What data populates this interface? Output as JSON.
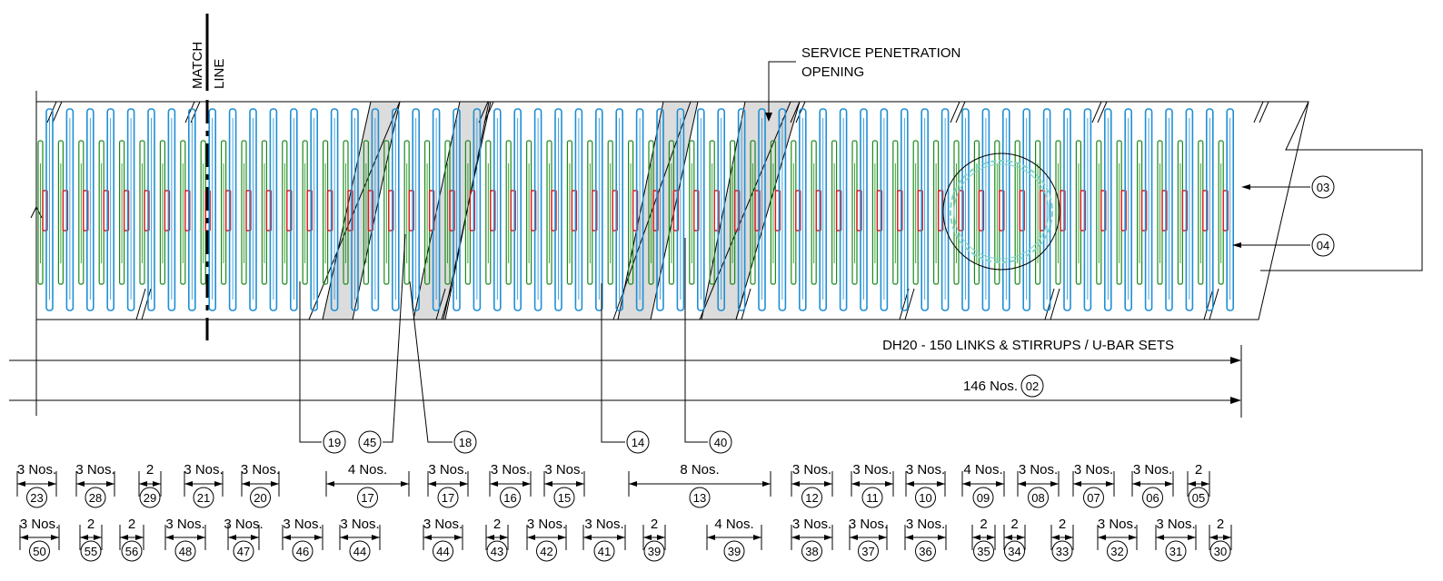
{
  "colors": {
    "link_bar": "#1e8fd6",
    "stirrup_bar": "#1a8a1a",
    "ubar": "#e01818",
    "line": "#000000",
    "opening_fill": "#dcdcdc",
    "circle_detail": "#7fd3c8"
  },
  "labels": {
    "match_line_1": "MATCH",
    "match_line_2": "LINE",
    "service_1": "SERVICE PENETRATION",
    "service_2": "OPENING",
    "links_note": "DH20 - 150 LINKS & STIRRUPS / U-BAR SETS",
    "count_note": "146 Nos.",
    "count_tag": "02"
  },
  "right_tags": [
    "03",
    "04"
  ],
  "leader_tags": [
    "19",
    "45",
    "18",
    "14",
    "40"
  ],
  "row1": [
    {
      "count": "3 Nos.",
      "tag": "23"
    },
    {
      "count": "3 Nos.",
      "tag": "28"
    },
    {
      "count": "2",
      "tag": "29"
    },
    {
      "count": "3 Nos.",
      "tag": "21"
    },
    {
      "count": "3 Nos.",
      "tag": "20"
    },
    {
      "count": "4 Nos.",
      "tag": "17"
    },
    {
      "count": "3 Nos.",
      "tag": "17"
    },
    {
      "count": "3 Nos.",
      "tag": "16"
    },
    {
      "count": "3 Nos.",
      "tag": "15"
    },
    {
      "count": "8 Nos.",
      "tag": "13"
    },
    {
      "count": "3 Nos.",
      "tag": "12"
    },
    {
      "count": "3 Nos.",
      "tag": "11"
    },
    {
      "count": "3 Nos.",
      "tag": "10"
    },
    {
      "count": "4 Nos.",
      "tag": "09"
    },
    {
      "count": "3 Nos.",
      "tag": "08"
    },
    {
      "count": "3 Nos.",
      "tag": "07"
    },
    {
      "count": "3 Nos.",
      "tag": "06"
    },
    {
      "count": "2",
      "tag": "05"
    }
  ],
  "row2": [
    {
      "count": "3 Nos.",
      "tag": "50"
    },
    {
      "count": "2",
      "tag": "55"
    },
    {
      "count": "2",
      "tag": "56"
    },
    {
      "count": "3 Nos.",
      "tag": "48"
    },
    {
      "count": "3 Nos.",
      "tag": "47"
    },
    {
      "count": "3 Nos.",
      "tag": "46"
    },
    {
      "count": "3 Nos.",
      "tag": "44"
    },
    {
      "count": "3 Nos.",
      "tag": "44"
    },
    {
      "count": "2",
      "tag": "43"
    },
    {
      "count": "3 Nos.",
      "tag": "42"
    },
    {
      "count": "3 Nos.",
      "tag": "41"
    },
    {
      "count": "2",
      "tag": "39"
    },
    {
      "count": "4 Nos.",
      "tag": "39"
    },
    {
      "count": "3 Nos.",
      "tag": "38"
    },
    {
      "count": "3 Nos.",
      "tag": "37"
    },
    {
      "count": "3 Nos.",
      "tag": "36"
    },
    {
      "count": "2",
      "tag": "35"
    },
    {
      "count": "2",
      "tag": "34"
    },
    {
      "count": "2",
      "tag": "33"
    },
    {
      "count": "3 Nos.",
      "tag": "32"
    },
    {
      "count": "3 Nos.",
      "tag": "31"
    },
    {
      "count": "2",
      "tag": "30"
    }
  ]
}
